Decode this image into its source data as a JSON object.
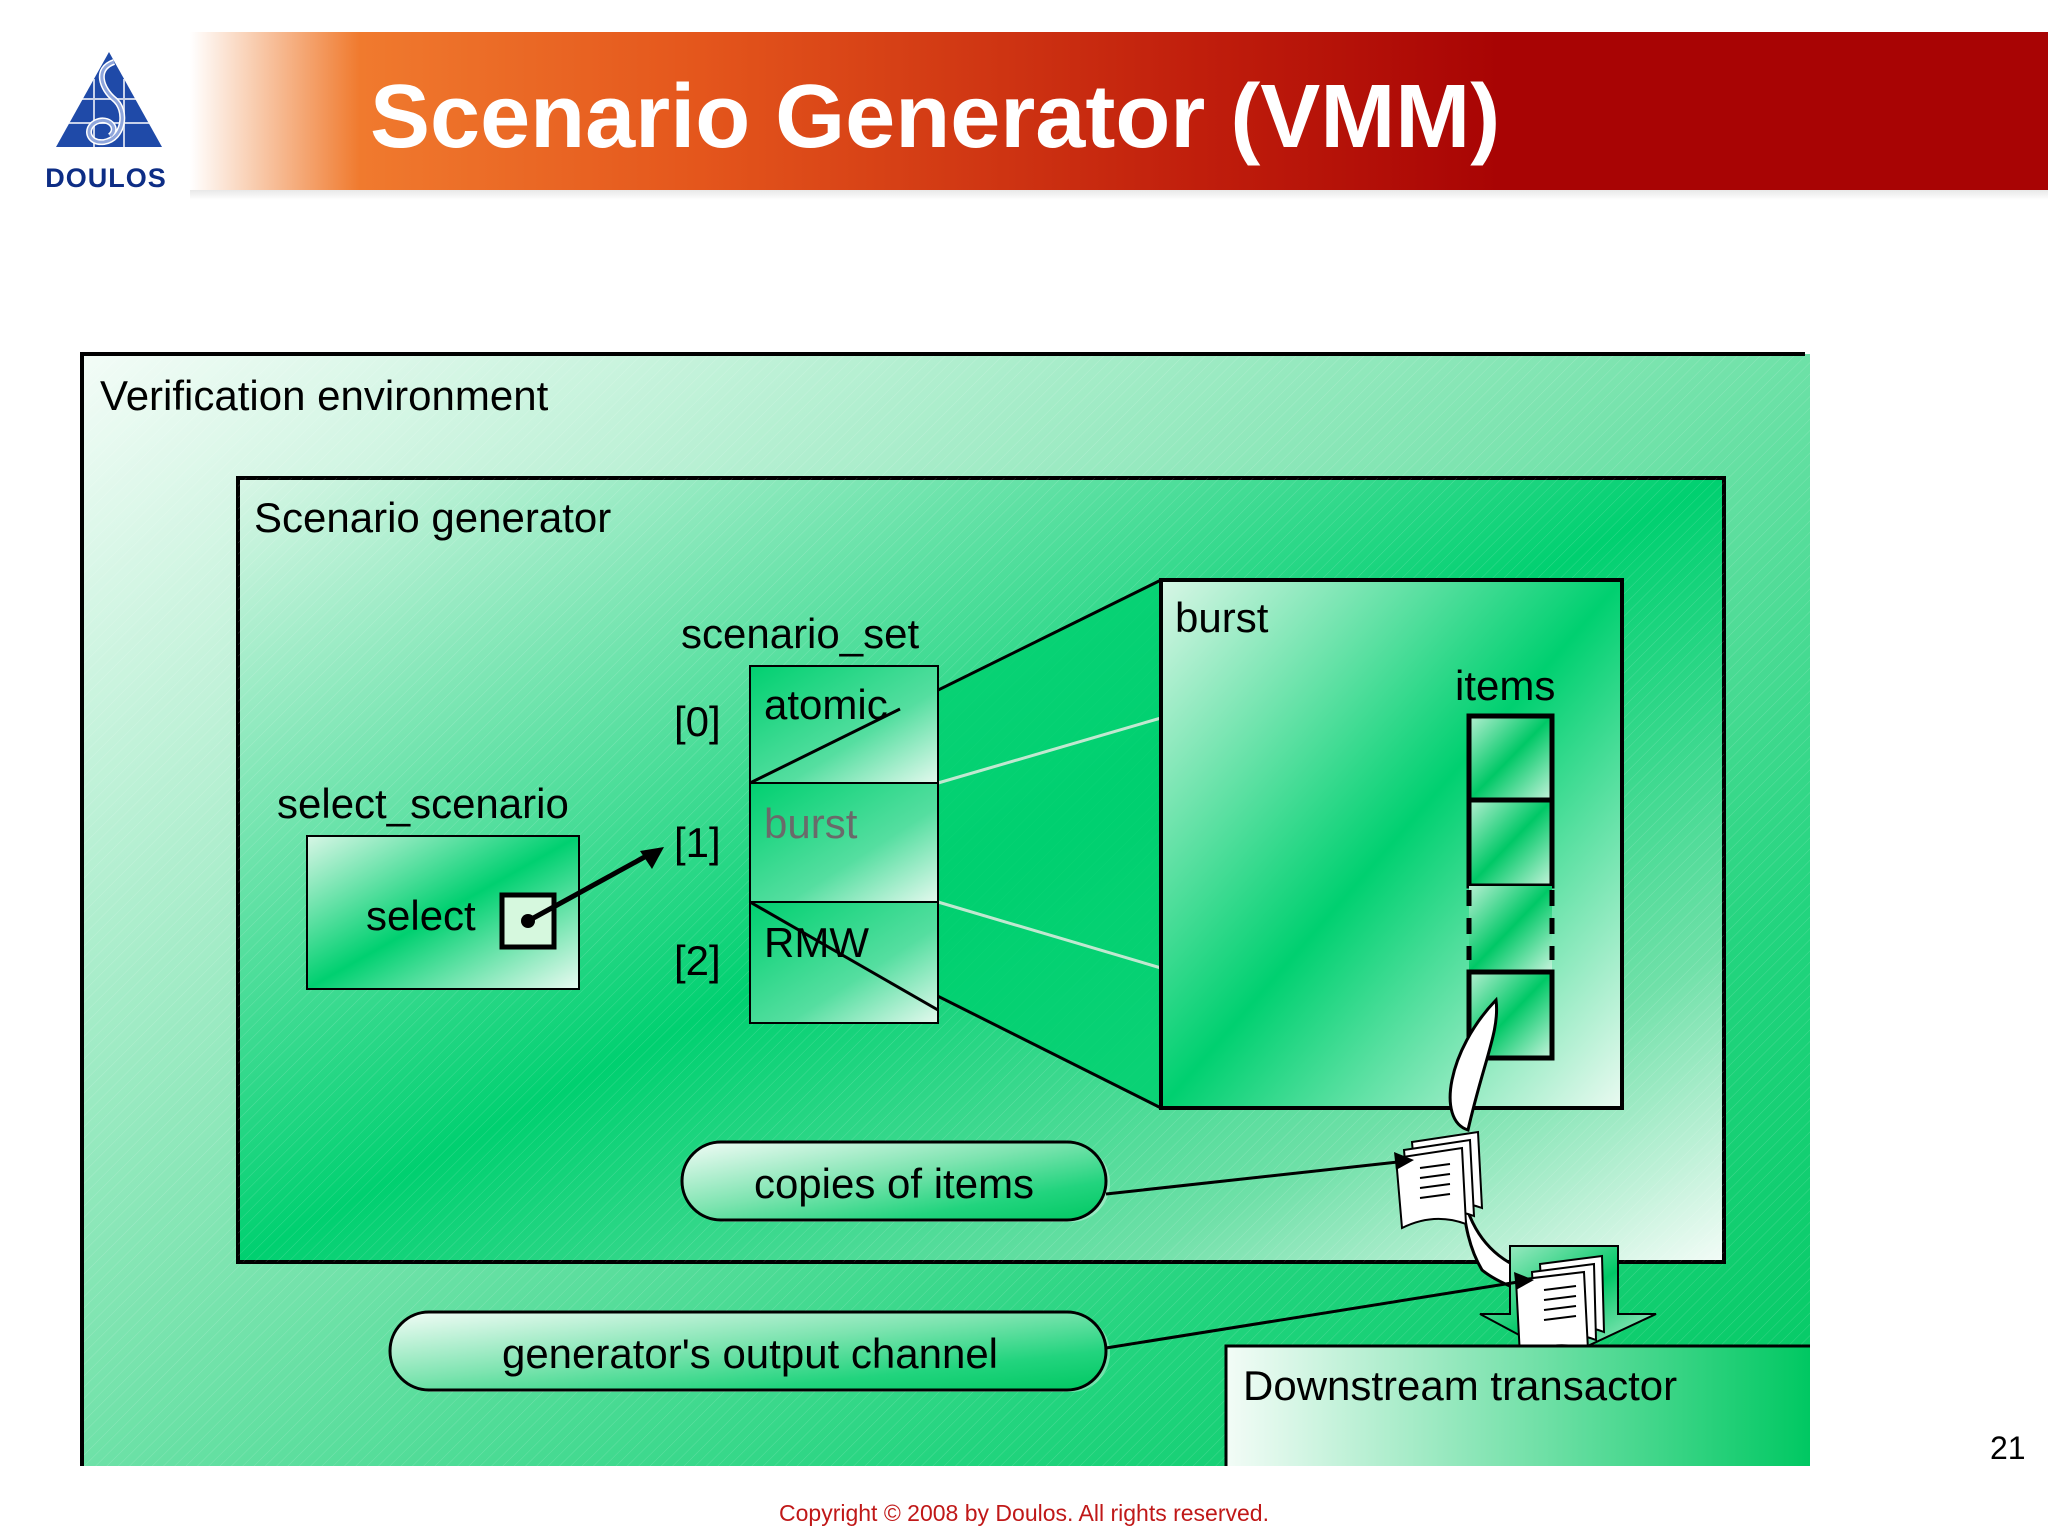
{
  "header": {
    "title": "Scenario Generator (VMM)",
    "logo_text": "DOULOS",
    "brand_color": "#a80404",
    "accent_color": "#e4561c"
  },
  "diagram": {
    "environment_label": "Verification environment",
    "generator_label": "Scenario generator",
    "select_scenario_label": "select_scenario",
    "select_label": "select",
    "scenario_set_label": "scenario_set",
    "indices": [
      "[0]",
      "[1]",
      "[2]"
    ],
    "scenarios": [
      "atomic",
      "burst",
      "RMW"
    ],
    "burst_label": "burst",
    "items_label": "items",
    "copies_label": "copies of items",
    "output_channel_label": "generator's output channel",
    "downstream_label": "Downstream transactor",
    "fill_color": "#00d070"
  },
  "footer": {
    "page_number": "21",
    "copyright": "Copyright © 2008 by Doulos. All rights reserved."
  }
}
